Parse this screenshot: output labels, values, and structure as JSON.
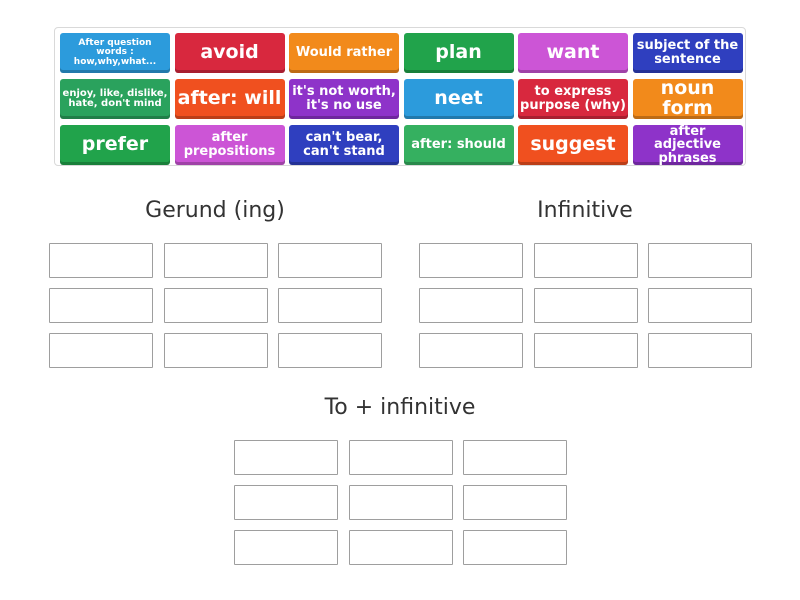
{
  "tiles": [
    {
      "label": "After question words : how,why,what...",
      "color": "#2c9bdc",
      "size": "xs"
    },
    {
      "label": "avoid",
      "color": "#d8283e",
      "size": "lg"
    },
    {
      "label": "Would rather",
      "color": "#f28a1b",
      "size": "md"
    },
    {
      "label": "plan",
      "color": "#21a34b",
      "size": "lg"
    },
    {
      "label": "want",
      "color": "#cc55d6",
      "size": "lg"
    },
    {
      "label": "subject of the sentence",
      "color": "#2f3fbf",
      "size": "md"
    },
    {
      "label": "enjoy, like, dislike, hate, don't mind",
      "color": "#2aa25d",
      "size": "sm"
    },
    {
      "label": "after: will",
      "color": "#f0501f",
      "size": "lg"
    },
    {
      "label": "it's not worth, it's no use",
      "color": "#8e33c9",
      "size": "md"
    },
    {
      "label": "neet",
      "color": "#2c9bdc",
      "size": "lg"
    },
    {
      "label": "to express purpose (why)",
      "color": "#d8283e",
      "size": "md"
    },
    {
      "label": "noun form",
      "color": "#f28a1b",
      "size": "lg"
    },
    {
      "label": "prefer",
      "color": "#21a34b",
      "size": "lg"
    },
    {
      "label": "after prepositions",
      "color": "#cc55d6",
      "size": "md"
    },
    {
      "label": "can't bear, can't stand",
      "color": "#2f3fbf",
      "size": "md"
    },
    {
      "label": "after: should",
      "color": "#35b060",
      "size": "md"
    },
    {
      "label": "suggest",
      "color": "#f0501f",
      "size": "lg"
    },
    {
      "label": "after adjective phrases",
      "color": "#8e33c9",
      "size": "md"
    }
  ],
  "groups": [
    {
      "title": "Gerund (ing)"
    },
    {
      "title": "Infinitive"
    },
    {
      "title": "To + infinitive"
    }
  ]
}
